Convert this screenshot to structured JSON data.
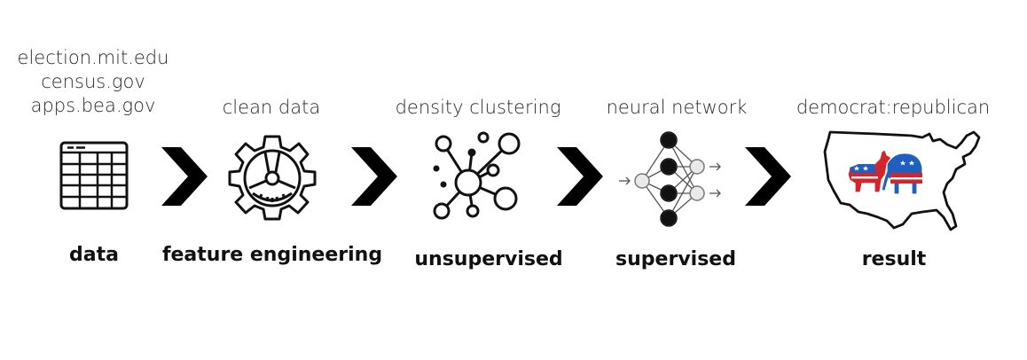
{
  "stages": [
    {
      "id": "data",
      "top_lines": [
        "election.mit.edu",
        "census.gov",
        "apps.bea.gov"
      ],
      "bottom": "data",
      "icon": "table-icon"
    },
    {
      "id": "feature",
      "top_lines": [
        "clean data"
      ],
      "bottom": "feature engineering",
      "icon": "gear-icon"
    },
    {
      "id": "unsupervised",
      "top_lines": [
        "density clustering"
      ],
      "bottom": "unsupervised",
      "icon": "cluster-icon"
    },
    {
      "id": "supervised",
      "top_lines": [
        "neural network"
      ],
      "bottom": "supervised",
      "icon": "neural-network-icon"
    },
    {
      "id": "result",
      "top_lines": [
        "democrat:republican"
      ],
      "bottom": "result",
      "icon": "us-map-icon"
    }
  ],
  "colors": {
    "ink": "#111111",
    "democrat_blue": "#1f5fbf",
    "republican_red": "#d1262b"
  }
}
